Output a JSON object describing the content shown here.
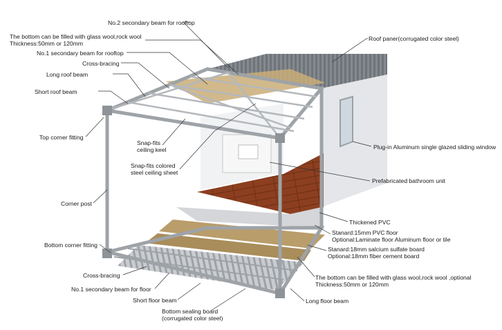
{
  "labels": {
    "no2_secondary_beam_rooftop": "No.2 secondary beam for rooftop",
    "bottom_fill_roof_line1": "The bottom can be filled with glass wool,rock wool",
    "bottom_fill_roof_line2": "Thickness:50mm or 120mm",
    "no1_secondary_beam_rooftop": "No.1 secondary beam for rooftop",
    "cross_bracing_top": "Cross-bracing",
    "long_roof_beam": "Long roof beam",
    "short_roof_beam": "Short roof beam",
    "top_corner_fitting": "Top corner fitting",
    "snap_fits_ceiling_keel_line1": "Snap-fits",
    "snap_fits_ceiling_keel_line2": "ceiling keel",
    "snap_fits_ceiling_sheet_line1": "Snap-fits colored",
    "snap_fits_ceiling_sheet_line2": "steel ceiling sheet",
    "corner_post": "Corner post",
    "bottom_corner_fitting": "Bottom corner fitting",
    "cross_bracing_bottom": "Cross-bracing",
    "no1_secondary_beam_floor": "No.1 secondary beam for floor",
    "short_floor_beam": "Short floor beam",
    "bottom_sealing_board_line1": "Bottom sealing board",
    "bottom_sealing_board_line2": "(corrugated color steel)",
    "roof_panel": "Roof paner(corrugated color steel)",
    "sliding_window": "Plug-in Aluminum single glazed sliding window",
    "bathroom_unit": "Prefabricated bathroom unit",
    "thickened_pvc": "Thickened PVC",
    "pvc_floor_line1": "Stanard:15mm PVC floor",
    "pvc_floor_line2": "Optional:Laminate floor Aluminum floor or tile",
    "board_line1": "Stanard:18mm salcium sulfate board",
    "board_line2": "Optional:18mm fiber cement board",
    "bottom_fill_floor_line1": "The bottom can be filled with glass wool,rock wool ,optional",
    "bottom_fill_floor_line2": "Thickness:50mm or 120mm",
    "long_floor_beam": "Long floor beam"
  },
  "colors": {
    "frame": "#a9adb2",
    "roof": "#7d8186",
    "wall": "#e9ebee",
    "wood_floor": "#8a3d1f",
    "insulation": "#b99d6a",
    "leader_line": "#333333"
  }
}
